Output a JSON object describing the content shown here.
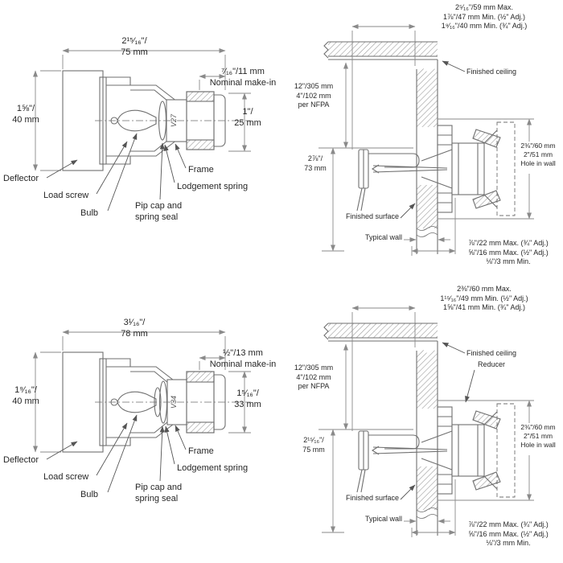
{
  "palette": {
    "drawing_line": "#6f6f6f",
    "dimension_line": "#8a8a8a",
    "leader_line": "#555555",
    "text": "#262626",
    "hatch": "#9b9b9b"
  },
  "sprinkler_a": {
    "width": "2¹⁵⁄₁₆\"/\n75 mm",
    "make_in": "⁷⁄₁₆\"/11 mm\nNominal make-in",
    "deflector_height": "1⅝\"/\n40 mm",
    "thread_size": "1\"/\n25 mm",
    "marking": "V27",
    "parts": {
      "deflector": "Deflector",
      "load_screw": "Load screw",
      "bulb": "Bulb",
      "pip_cap": "Pip cap and\nspring seal",
      "frame": "Frame",
      "lodgement_spring": "Lodgement spring"
    }
  },
  "sprinkler_b": {
    "width": "3¹⁄₁₆\"/\n78 mm",
    "make_in": "½\"/13 mm\nNominal make-in",
    "deflector_height": "1⁹⁄₁₆\"/\n40 mm",
    "thread_size": "1⁵⁄₁₆\"/\n33 mm",
    "marking": "V34",
    "parts": {
      "deflector": "Deflector",
      "load_screw": "Load screw",
      "bulb": "Bulb",
      "pip_cap": "Pip cap and\nspring seal",
      "frame": "Frame",
      "lodgement_spring": "Lodgement spring"
    }
  },
  "install_a": {
    "top_dims": "2⁵⁄₁₆\"/59 mm Max.\n1⅞\"/47 mm Min. (½\" Adj.)\n1⁹⁄₁₆\"/40 mm Min. (¾\" Adj.)",
    "finished_ceiling": "Finished ceiling",
    "nfpa": "12\"/305 mm\n4\"/102 mm\nper NFPA",
    "drop": "2⅞\"/\n73 mm",
    "hole": "2⅜\"/60 mm\n2\"/51 mm\nHole in wall",
    "finished_surface": "Finished surface",
    "typical_wall": "Typical wall",
    "bottom_dims": "⅞\"/22 mm Max. (¾\" Adj.)\n⅝\"/16 mm Max. (½\" Adj.)\n⅛\"/3 mm Min."
  },
  "install_b": {
    "top_dims": "2⅜\"/60 mm Max.\n1¹⁵⁄₁₆\"/49 mm Min. (½\" Adj.)\n1⅝\"/41 mm Min. (¾\" Adj.)",
    "finished_ceiling": "Finished ceiling",
    "reducer": "Reducer",
    "nfpa": "12\"/305 mm\n4\"/102 mm\nper NFPA",
    "drop": "2¹⁵⁄₁₆\"/\n75 mm",
    "hole": "2⅜\"/60 mm\n2\"/51 mm\nHole in wall",
    "finished_surface": "Finished surface",
    "typical_wall": "Typical wall",
    "bottom_dims": "⅞\"/22 mm Max. (¾\" Adj.)\n⅝\"/16 mm Max. (½\" Adj.)\n⅛\"/3 mm Min."
  }
}
